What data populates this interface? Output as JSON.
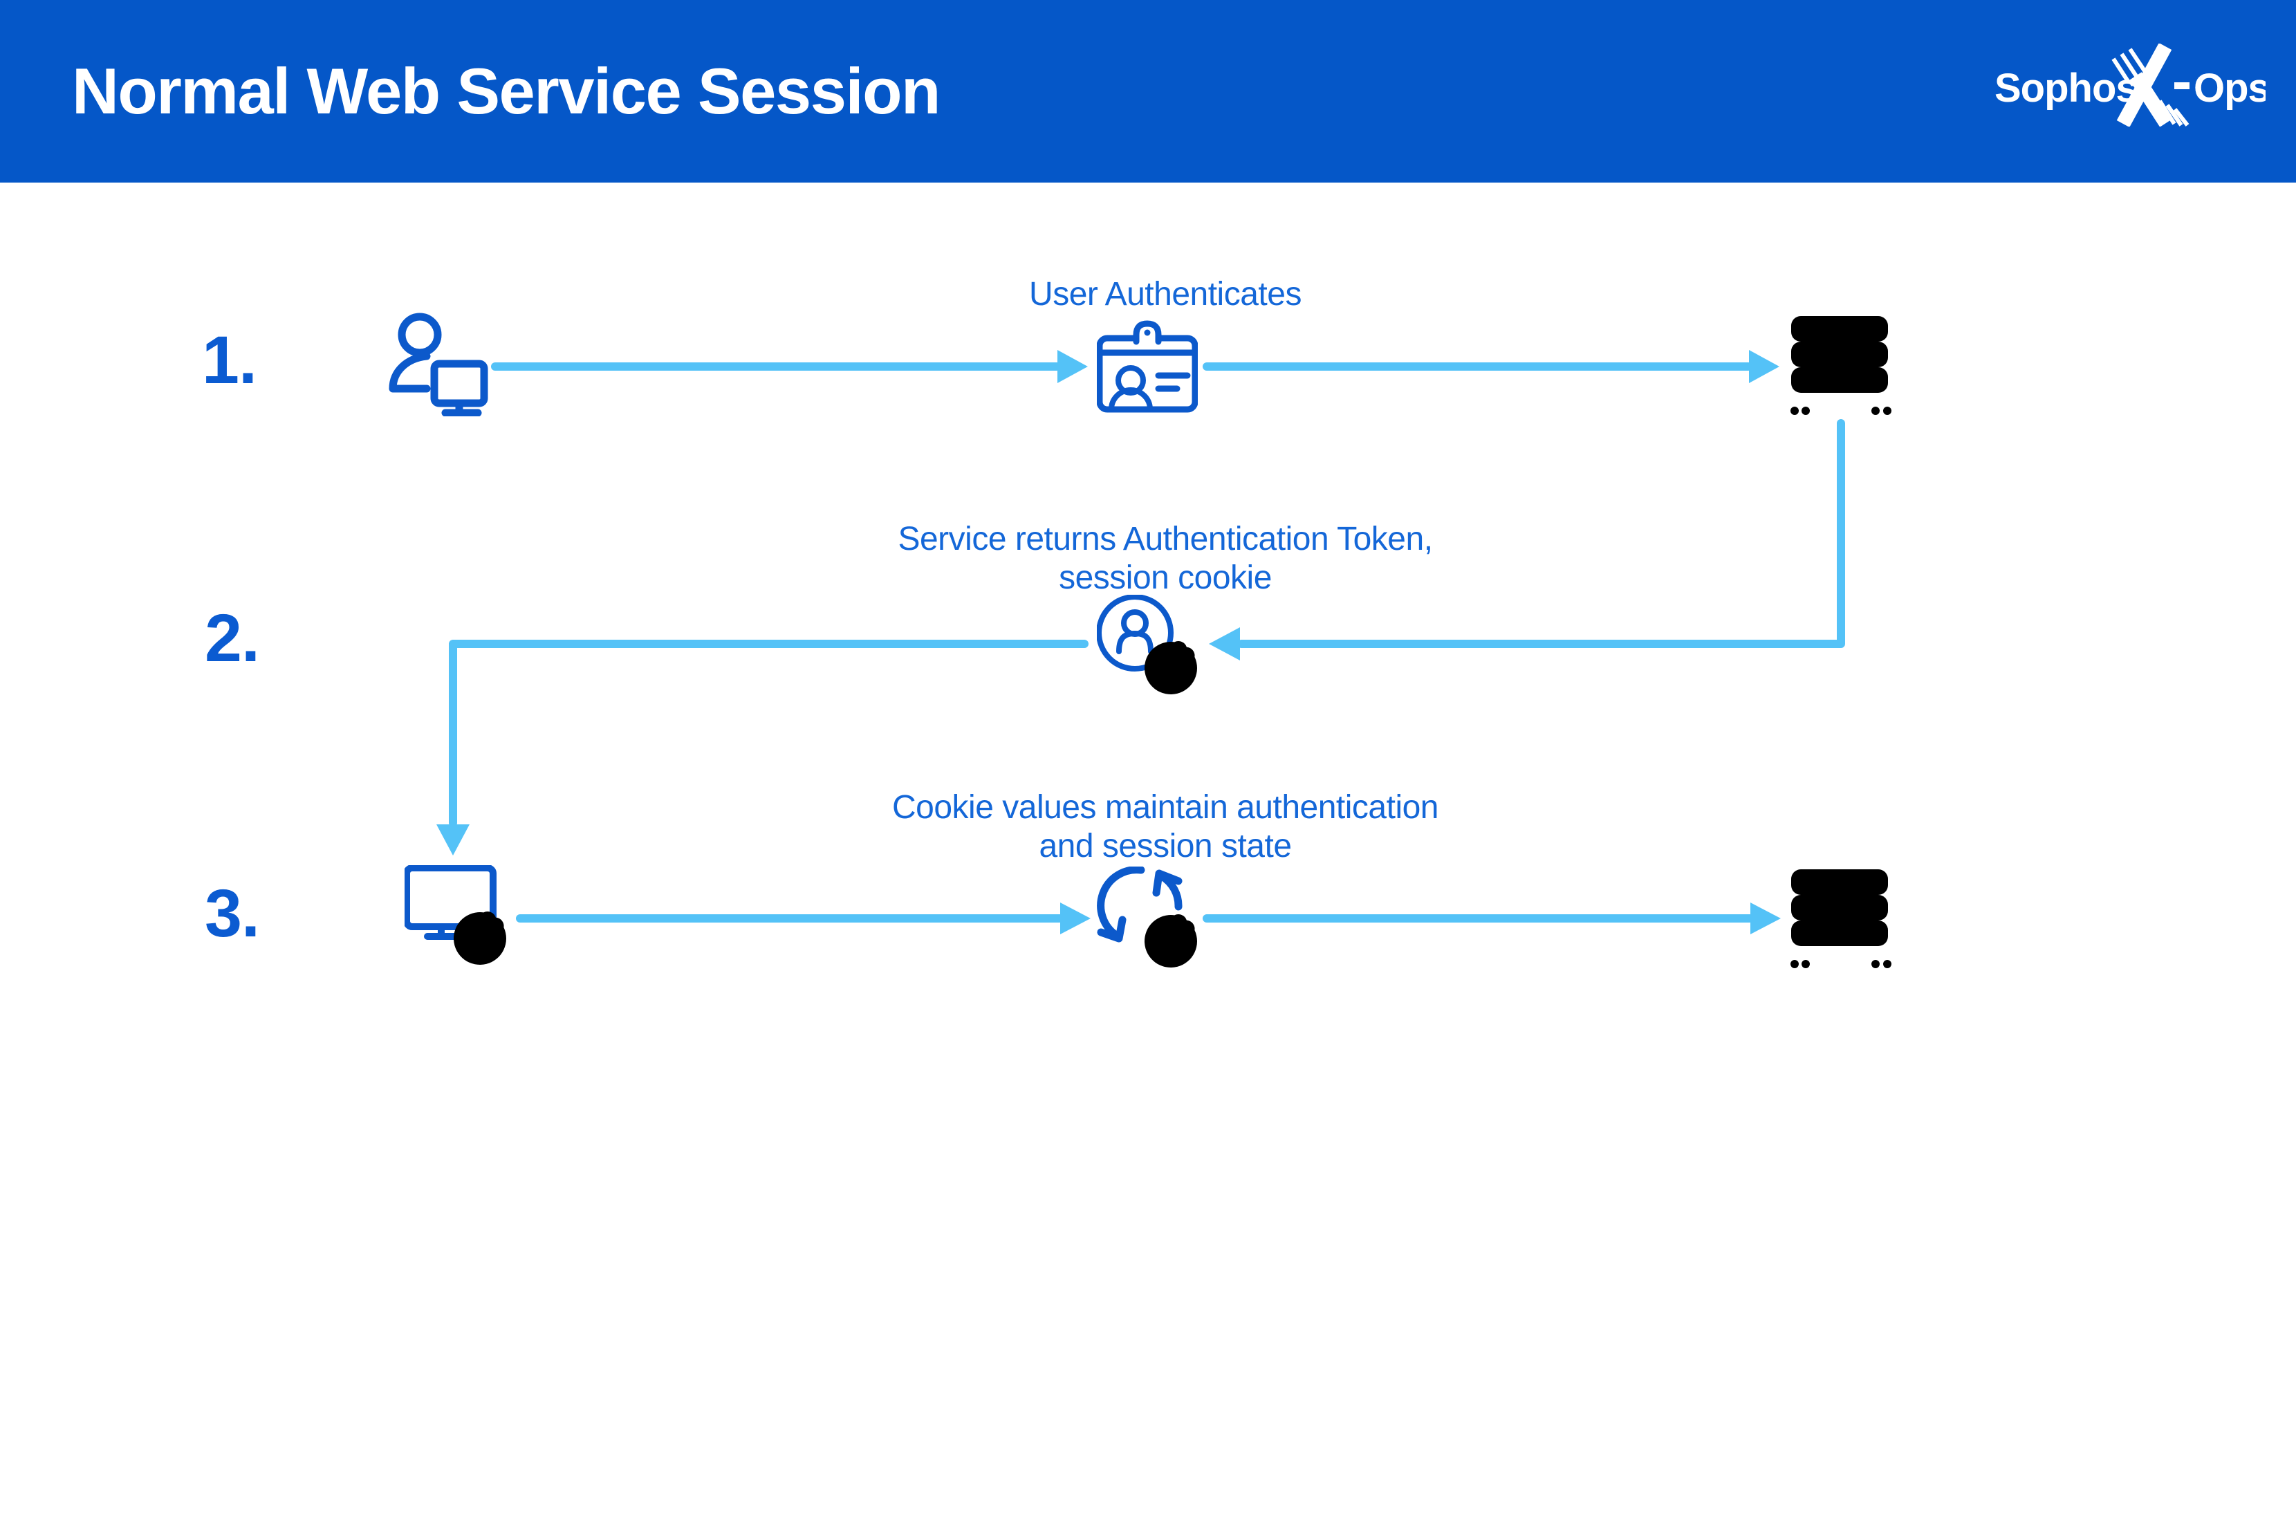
{
  "colors": {
    "header_bg": "#0557C8",
    "title": "#FFFFFF",
    "number": "#0B5BD1",
    "label": "#1467D8",
    "icon": "#0C59CB",
    "arrow": "#54C2F7"
  },
  "header": {
    "title": "Normal Web Service Session",
    "logo_text_left": "Sophos",
    "logo_text_right": "Ops",
    "logo_icon": "sophos-x-glyph"
  },
  "diagram": {
    "steps": [
      {
        "number": "1.",
        "label_line1": "User Authenticates",
        "label_line2": "",
        "from_icon": "user-at-computer",
        "via_icon": "id-badge",
        "to_icon": "server"
      },
      {
        "number": "2.",
        "label_line1": "Service returns Authentication Token,",
        "label_line2": "session cookie",
        "from_icon": "server",
        "via_icon": "user-with-session-cookie",
        "to_icon": "monitor-with-cookie"
      },
      {
        "number": "3.",
        "label_line1": "Cookie values maintain authentication",
        "label_line2": "and session state",
        "from_icon": "monitor-with-cookie",
        "via_icon": "refresh-with-cookie",
        "to_icon": "server"
      }
    ]
  }
}
